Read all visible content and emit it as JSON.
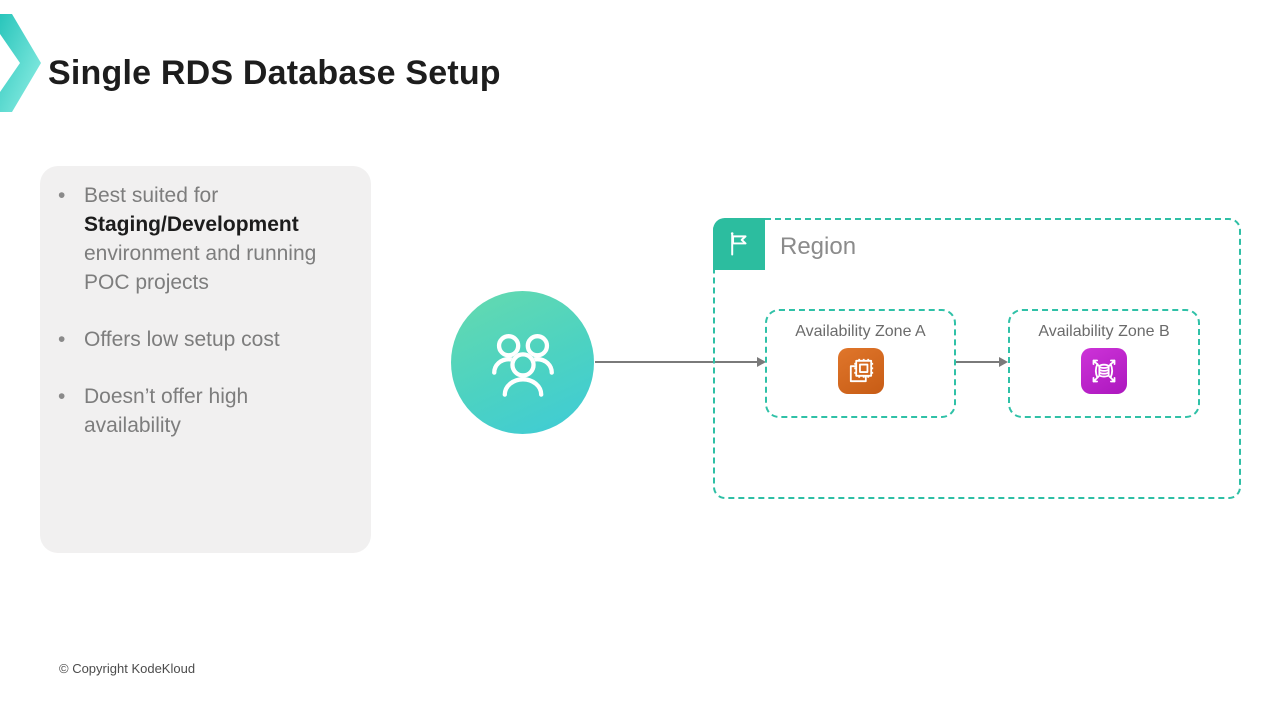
{
  "slide": {
    "title": "Single RDS Database Setup",
    "footer_copyright": "© Copyright KodeKloud"
  },
  "info_panel": {
    "bullets": [
      {
        "prefix": "Best suited for ",
        "bold": "Staging/Development",
        "suffix": " environment and running POC projects"
      },
      {
        "text": "Offers low setup cost"
      },
      {
        "text": "Doesn’t offer high availability"
      }
    ]
  },
  "diagram": {
    "users_icon": "users-group-icon",
    "region": {
      "label": "Region",
      "icon": "flag-icon"
    },
    "zones": [
      {
        "label": "Availability Zone A",
        "icon": "ec2-instance-icon"
      },
      {
        "label": "Availability Zone B",
        "icon": "rds-database-icon"
      }
    ]
  },
  "colors": {
    "accent_teal": "#2ebfa5",
    "flag_square_teal": "#2cbd9f",
    "circle_gradient_start": "#65daae",
    "circle_gradient_end": "#3ecbd7",
    "ec2_orange": "#cf671f",
    "rds_purple": "#bd25cb",
    "arrow_gray": "#7a7a7a",
    "text_gray": "#7d7d7d",
    "title_dark": "#1d1d1d",
    "panel_gray": "#f1f0f0"
  }
}
